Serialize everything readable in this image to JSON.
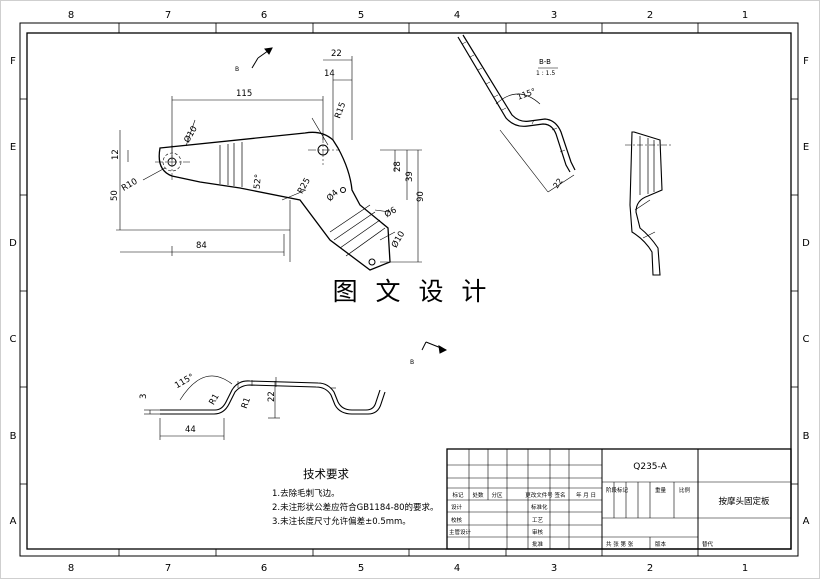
{
  "border": {
    "top_numbers": [
      "8",
      "7",
      "6",
      "5",
      "4",
      "3",
      "2",
      "1"
    ],
    "side_letters": [
      "F",
      "E",
      "D",
      "C",
      "B",
      "A"
    ]
  },
  "watermark": "图 文 设 计",
  "view_labels": {
    "arrow_b_top": "B",
    "arrow_b_mid": "B",
    "section_title": "B-B",
    "section_scale": "1 : 1.5"
  },
  "dimensions": {
    "d22_top": "22",
    "d14": "14",
    "d115": "115",
    "dia10_left": "Ø10",
    "r15": "R15",
    "d12": "12",
    "r10": "R10",
    "ang52": "52°",
    "r25": "R25",
    "dia4": "Ø4",
    "dia6": "Ø6",
    "dia10_right": "Ø10",
    "d28": "28",
    "d39": "39",
    "d90": "90",
    "d50": "50",
    "d84": "84",
    "ang115_section": "115°",
    "d22_section": "22",
    "ang115_front": "115°",
    "r1_a": "R1",
    "r1_b": "R1",
    "d22_front": "22",
    "d3": "3",
    "d44": "44"
  },
  "tech_requirements": {
    "title": "技术要求",
    "lines": [
      "1.去除毛刺飞边。",
      "2.未注形状公差应符合GB1184-80的要求。",
      "3.未注长度尺寸允许偏差±0.5mm。"
    ]
  },
  "title_block": {
    "material": "Q235-A",
    "part_name": "按摩头固定板",
    "row_header": [
      "标记",
      "处数",
      "分区",
      "更改文件号",
      "签名",
      "年 月 日"
    ],
    "labels": {
      "design": "设计",
      "standardize": "标准化",
      "check": "校核",
      "process": "工艺",
      "chief_design": "主管设计",
      "review": "审核",
      "approve": "批准",
      "stage_mark": "阶段标记",
      "weight": "重量",
      "scale": "比例",
      "sheets_total": "共 张 第 张",
      "version": "版本",
      "replace": "替代"
    }
  }
}
